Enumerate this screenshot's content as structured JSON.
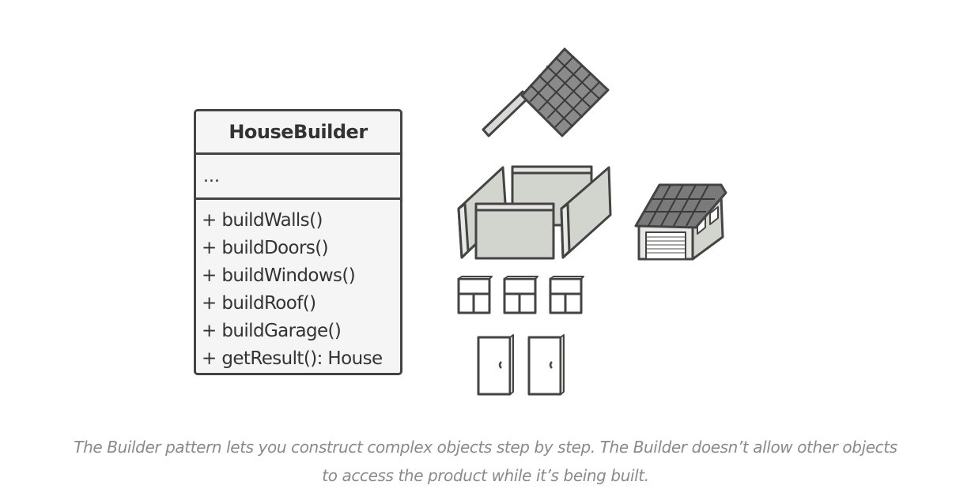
{
  "diagram": {
    "class_name": "HouseBuilder",
    "fields": "...",
    "methods": [
      "+ buildWalls()",
      "+ buildDoors()",
      "+ buildWindows()",
      "+ buildRoof()",
      "+ buildGarage()",
      "+ getResult(): House"
    ]
  },
  "caption": {
    "line1": "The Builder pattern lets you construct complex objects step by step. The Builder doesn’t allow other objects",
    "line2": "to access the product while it’s being built."
  },
  "colors": {
    "stroke": "#444444",
    "panel": "#f5f5f5",
    "wall": "#d2d4ce",
    "roof_tile": "#7a7a7a",
    "caption": "#8a8a8a"
  },
  "icons": [
    "roof-icon",
    "walls-icon",
    "garage-icon",
    "window-icon",
    "door-icon"
  ]
}
